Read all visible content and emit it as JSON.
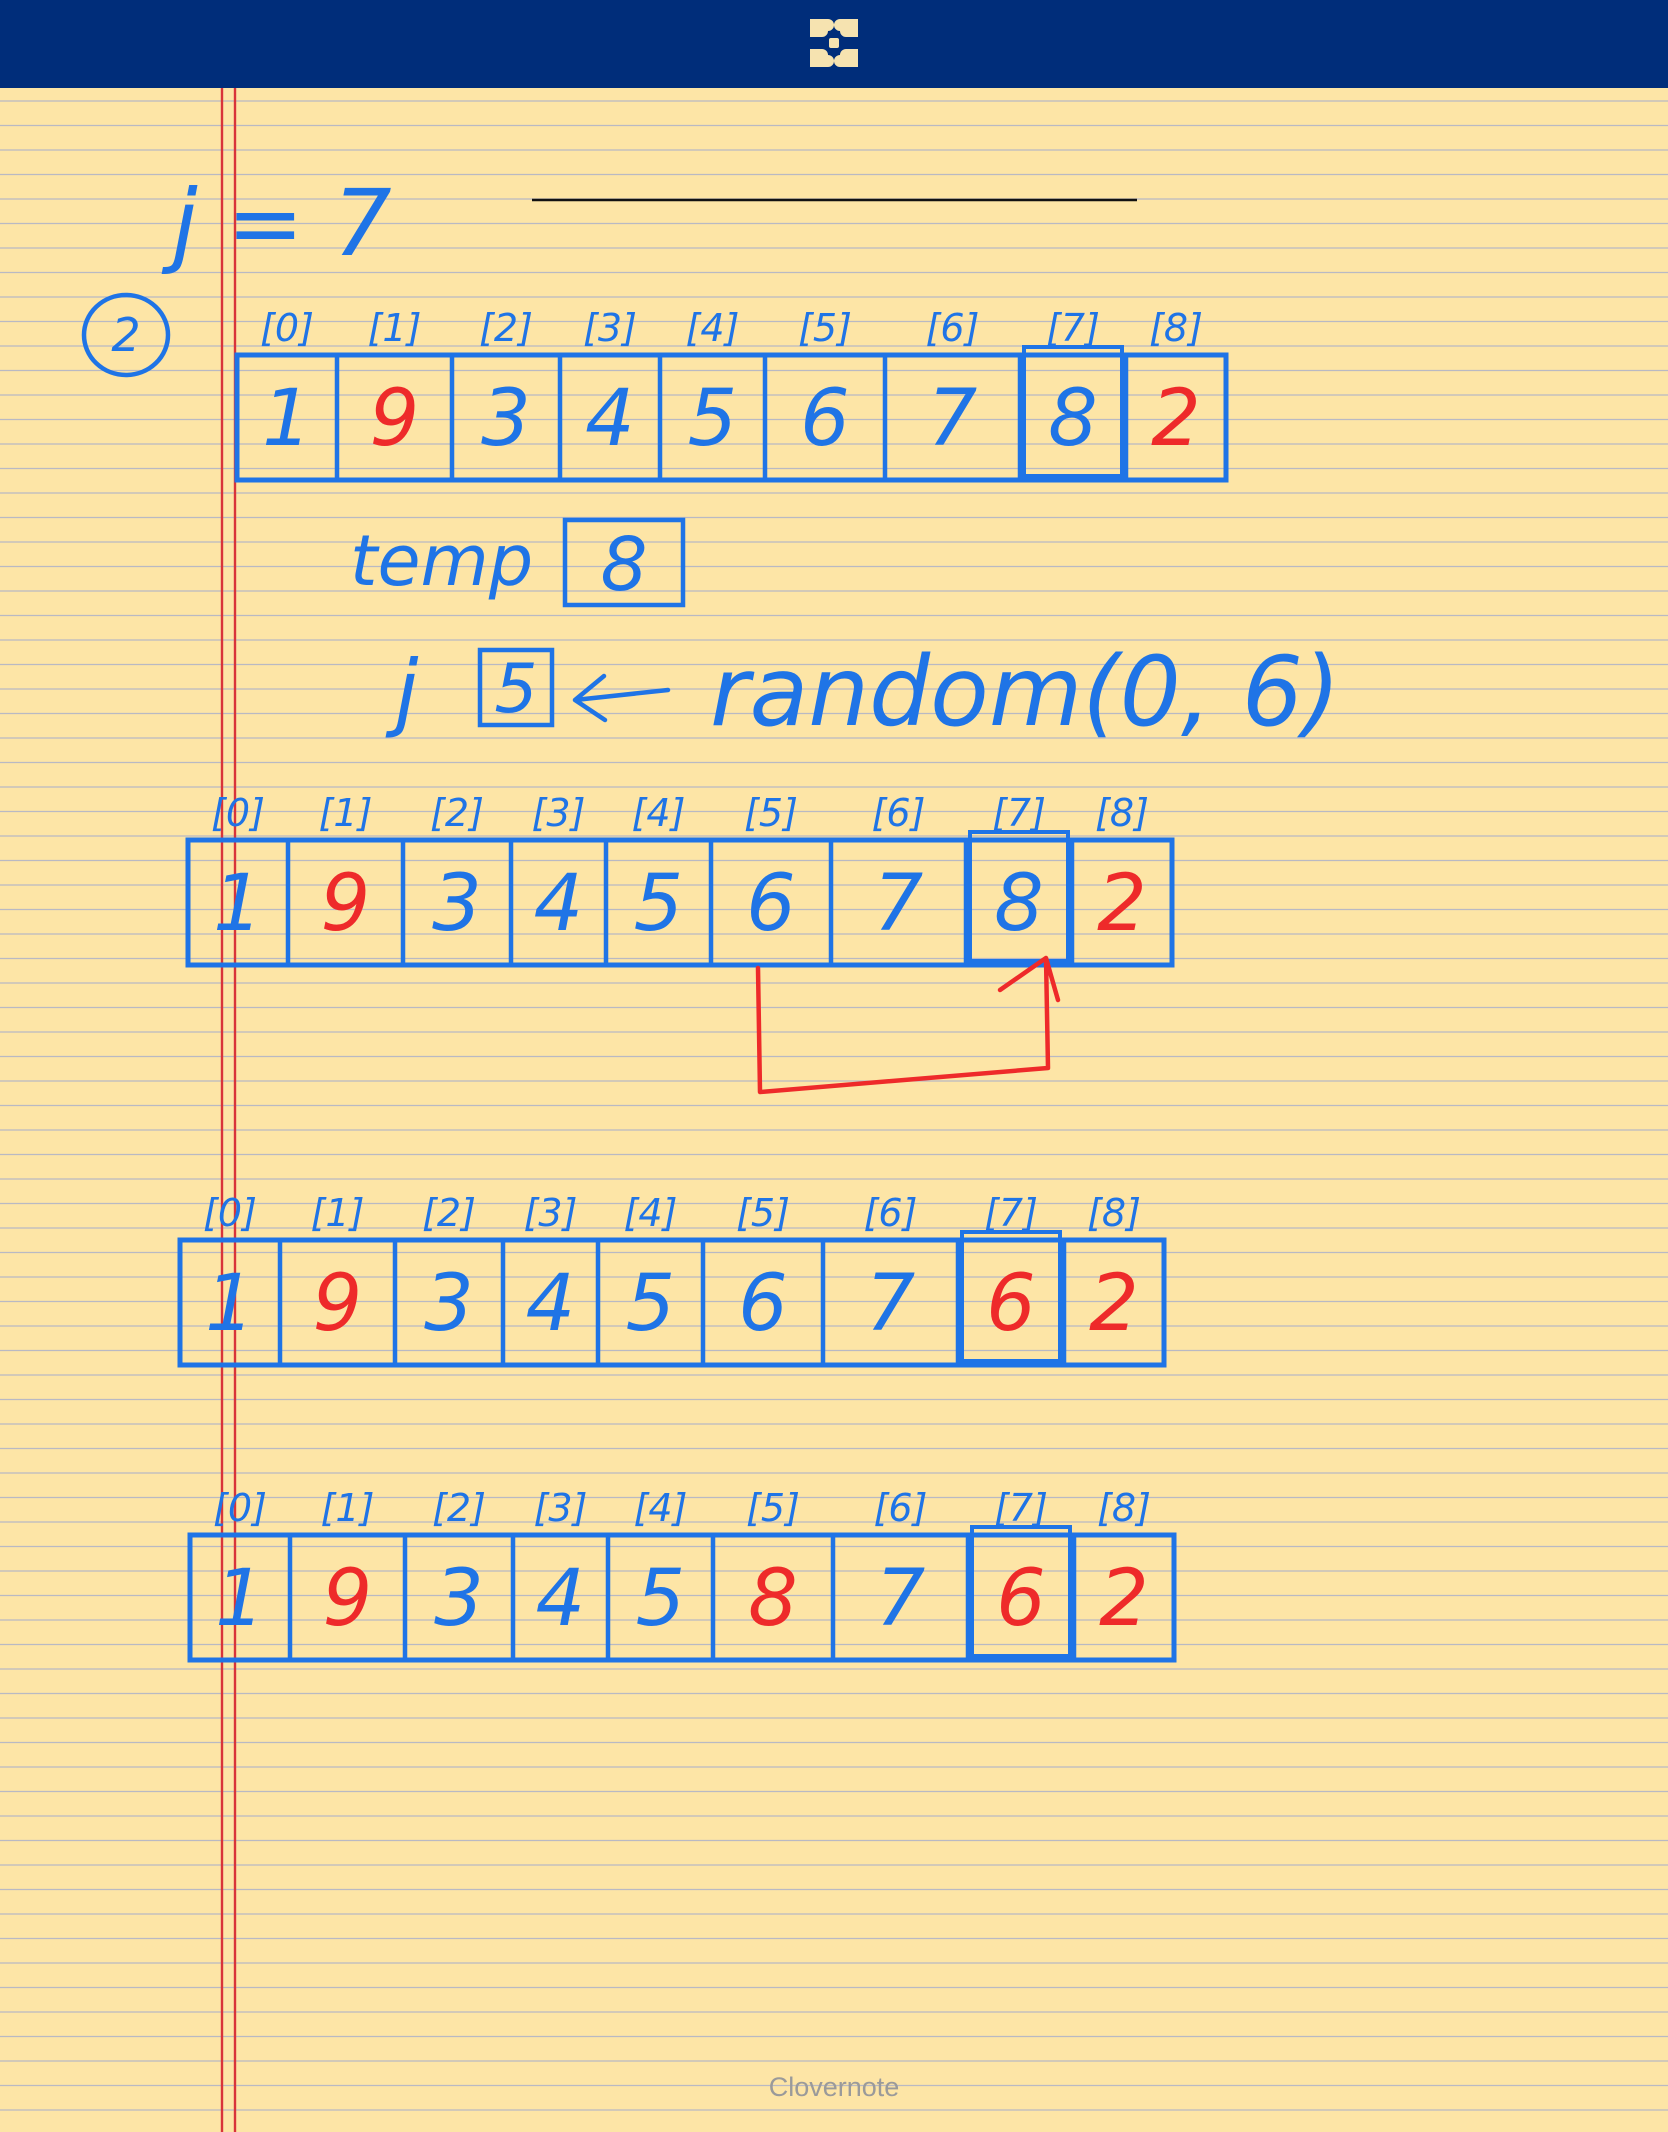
{
  "app": {
    "footer_brand": "Clovernote",
    "logo_icon": "clover-logo-icon"
  },
  "colors": {
    "header": "#002d7a",
    "paper": "#fde5a6",
    "rule_line": "#b9b9c3",
    "margin_line": "#d8343a",
    "ink_blue": "#1f74e6",
    "ink_red": "#ee2a2a",
    "ink_black": "#111111"
  },
  "note": {
    "top_equation": "j = 7",
    "step_number": "2",
    "index_labels": [
      "[0]",
      "[1]",
      "[2]",
      "[3]",
      "[4]",
      "[5]",
      "[6]",
      "[7]",
      "[8]"
    ],
    "temp_label": "temp",
    "temp_value": "8",
    "j_label": "j",
    "j_value": "5",
    "random_call": "random(0, 6)",
    "arrays": [
      {
        "name": "array-1",
        "cells": [
          {
            "value": "1",
            "color": "blue"
          },
          {
            "value": "9",
            "color": "red"
          },
          {
            "value": "3",
            "color": "blue"
          },
          {
            "value": "4",
            "color": "blue"
          },
          {
            "value": "5",
            "color": "blue"
          },
          {
            "value": "6",
            "color": "blue"
          },
          {
            "value": "7",
            "color": "blue"
          },
          {
            "value": "8",
            "color": "blue"
          },
          {
            "value": "2",
            "color": "red"
          }
        ]
      },
      {
        "name": "array-2",
        "cells": [
          {
            "value": "1",
            "color": "blue"
          },
          {
            "value": "9",
            "color": "red"
          },
          {
            "value": "3",
            "color": "blue"
          },
          {
            "value": "4",
            "color": "blue"
          },
          {
            "value": "5",
            "color": "blue"
          },
          {
            "value": "6",
            "color": "blue"
          },
          {
            "value": "7",
            "color": "blue"
          },
          {
            "value": "8",
            "color": "blue"
          },
          {
            "value": "2",
            "color": "red"
          }
        ]
      },
      {
        "name": "array-3",
        "cells": [
          {
            "value": "1",
            "color": "blue"
          },
          {
            "value": "9",
            "color": "red"
          },
          {
            "value": "3",
            "color": "blue"
          },
          {
            "value": "4",
            "color": "blue"
          },
          {
            "value": "5",
            "color": "blue"
          },
          {
            "value": "6",
            "color": "blue"
          },
          {
            "value": "7",
            "color": "blue"
          },
          {
            "value": "6",
            "color": "red"
          },
          {
            "value": "2",
            "color": "red"
          }
        ]
      },
      {
        "name": "array-4",
        "cells": [
          {
            "value": "1",
            "color": "blue"
          },
          {
            "value": "9",
            "color": "red"
          },
          {
            "value": "3",
            "color": "blue"
          },
          {
            "value": "4",
            "color": "blue"
          },
          {
            "value": "5",
            "color": "blue"
          },
          {
            "value": "8",
            "color": "red"
          },
          {
            "value": "7",
            "color": "blue"
          },
          {
            "value": "6",
            "color": "red"
          },
          {
            "value": "2",
            "color": "red"
          }
        ]
      }
    ]
  }
}
